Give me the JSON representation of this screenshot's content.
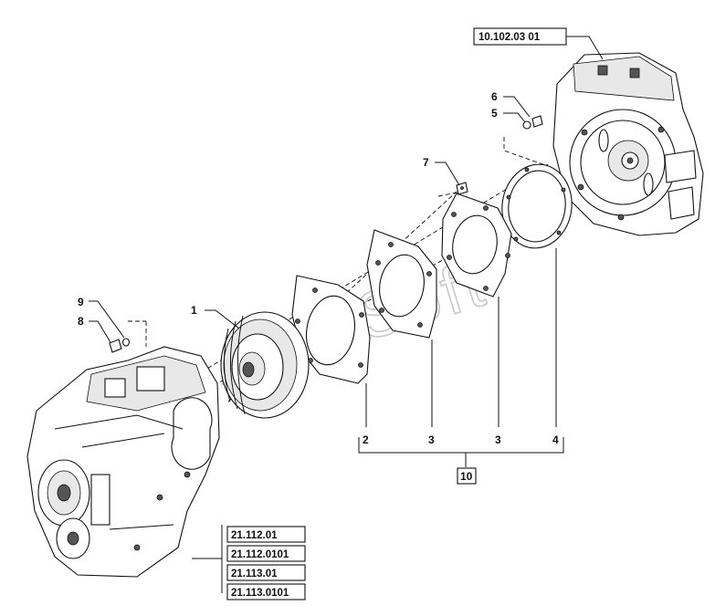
{
  "watermark": "AutoSoft",
  "callouts": {
    "p1": "1",
    "p2": "2",
    "p3a": "3",
    "p3b": "3",
    "p4": "4",
    "p5": "5",
    "p6": "6",
    "p7": "7",
    "p8": "8",
    "p9": "9",
    "kit": "10"
  },
  "references": {
    "engine_housing": "10.102.03 01",
    "transmission": [
      "21.112.01",
      "21.112.0101",
      "21.113.01",
      "21.113.0101"
    ]
  }
}
